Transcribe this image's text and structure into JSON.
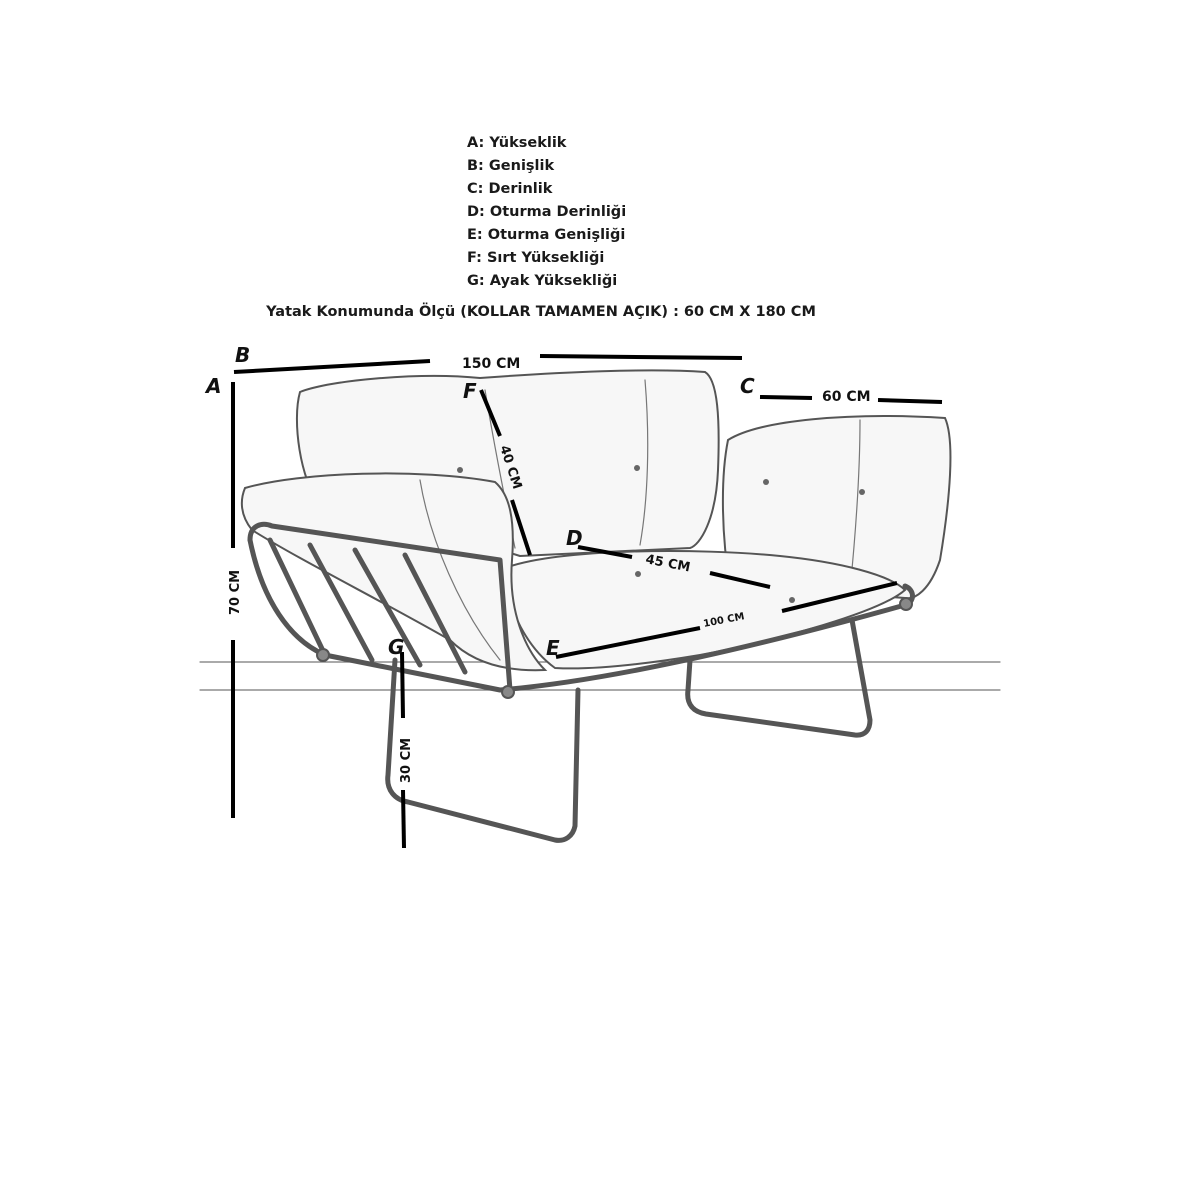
{
  "legend": [
    "A: Yükseklik",
    "B: Genişlik",
    "C: Derinlik",
    "D: Oturma Derinliği",
    "E: Oturma Genişliği",
    "F: Sırt Yüksekliği",
    "G: Ayak Yüksekliği"
  ],
  "bed_note": "Yatak Konumunda Ölçü (KOLLAR TAMAMEN AÇIK) : 60 CM X 180 CM",
  "dimensions": {
    "A": {
      "letter": "A",
      "label": "70 CM"
    },
    "B": {
      "letter": "B",
      "label": "150 CM"
    },
    "C": {
      "letter": "C",
      "label": "60 CM"
    },
    "D": {
      "letter": "D",
      "label": "45 CM"
    },
    "E": {
      "letter": "E",
      "label": "100 CM"
    },
    "F": {
      "letter": "F",
      "label": "40 CM"
    },
    "G": {
      "letter": "G",
      "label": "30 CM"
    }
  }
}
